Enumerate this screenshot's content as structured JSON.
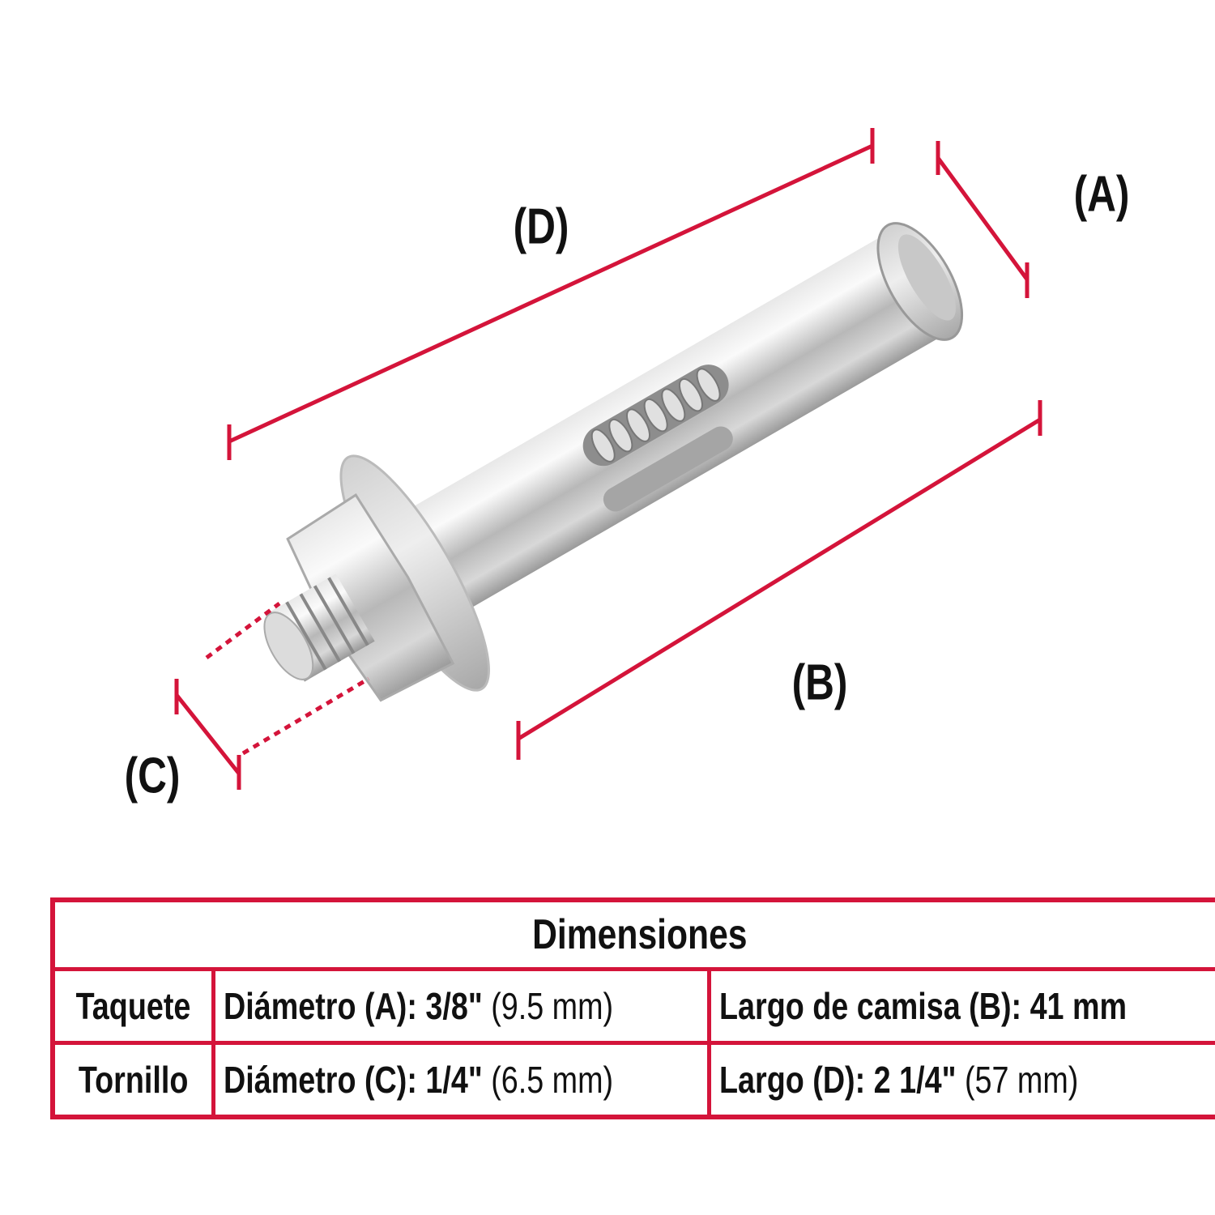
{
  "accent_color": "#d4143a",
  "labels": {
    "A": "(A)",
    "B": "(B)",
    "C": "(C)",
    "D": "(D)"
  },
  "table": {
    "title": "Dimensiones",
    "rows": [
      {
        "part": "Taquete",
        "c1_label": "Diámetro (A):",
        "c1_value": "3/8\"",
        "c1_metric": "(9.5 mm)",
        "c2_label": "Largo de camisa (B):",
        "c2_value": "41 mm",
        "c2_metric": ""
      },
      {
        "part": "Tornillo",
        "c1_label": "Diámetro (C):",
        "c1_value": "1/4\"",
        "c1_metric": "(6.5 mm)",
        "c2_label": "Largo (D):",
        "c2_value": "2 1/4\"",
        "c2_metric": "(57 mm)"
      }
    ]
  }
}
